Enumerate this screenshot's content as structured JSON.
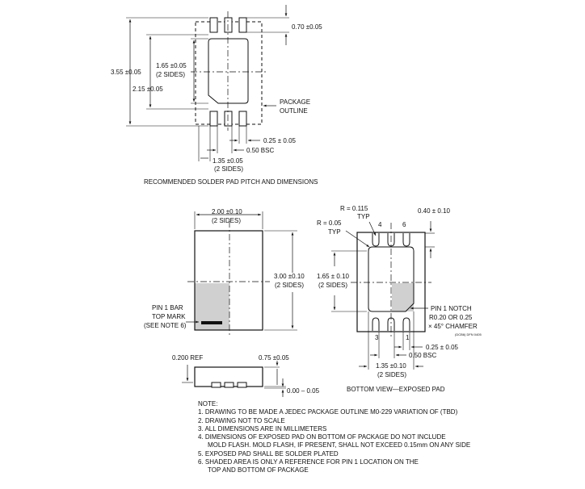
{
  "top_view": {
    "dim_pad_width": "0.70 ±0.05",
    "dim_overall_height": "3.55 ±0.05",
    "dim_pad_height_1": "1.65 ±0.05",
    "dim_pad_height_2": "(2 SIDES)",
    "dim_pad_height_3": "2.15 ±0.05",
    "package_outline_1": "PACKAGE",
    "package_outline_2": "OUTLINE",
    "dim_lead_width": "0.25 ± 0.05",
    "dim_pitch": "0.50 BSC",
    "dim_pad_len_1": "1.35 ±0.05",
    "dim_pad_len_2": "(2 SIDES)",
    "caption": "RECOMMENDED SOLDER PAD PITCH AND DIMENSIONS"
  },
  "package_top": {
    "dim_width_1": "2.00 ±0.10",
    "dim_width_2": "(2 SIDES)",
    "dim_height_1": "3.00 ±0.10",
    "dim_height_2": "(2 SIDES)",
    "pin1_bar_1": "PIN 1 BAR",
    "pin1_bar_2": "TOP MARK",
    "pin1_bar_3": "(SEE NOTE 6)"
  },
  "side_view": {
    "dim_ref": "0.200 REF",
    "dim_lead": "0.75 ±0.05",
    "dim_standoff": "0.00 – 0.05"
  },
  "bottom_view": {
    "radius_1": "R = 0.115",
    "radius_typ_1": "TYP",
    "radius_2": "R = 0.05",
    "radius_typ_2": "TYP",
    "pin4": "4",
    "pin6": "6",
    "pin3": "3",
    "pin1": "1",
    "dim_pad": "0.40 ± 0.10",
    "dim_exposed_1": "1.65 ± 0.10",
    "dim_exposed_2": "(2 SIDES)",
    "pin1_notch_1": "PIN 1 NOTCH",
    "pin1_notch_2": "R0.20 OR 0.25",
    "pin1_notch_3": "× 45° CHAMFER",
    "drawing_code": "(DCB6) DFN 0405",
    "dim_lead_width": "0.25 ± 0.05",
    "dim_pitch": "0.50 BSC",
    "dim_exposed_len_1": "1.35 ±0.10",
    "dim_exposed_len_2": "(2 SIDES)",
    "caption": "BOTTOM VIEW—EXPOSED PAD"
  },
  "notes": {
    "heading": "NOTE:",
    "lines": [
      "1. DRAWING TO BE MADE A JEDEC PACKAGE OUTLINE M0-229 VARIATION OF (TBD)",
      "2. DRAWING NOT TO SCALE",
      "3. ALL DIMENSIONS ARE IN MILLIMETERS",
      "4. DIMENSIONS OF EXPOSED PAD ON BOTTOM OF PACKAGE DO NOT INCLUDE",
      "    MOLD FLASH. MOLD FLASH, IF PRESENT, SHALL NOT EXCEED 0.15mm ON ANY SIDE",
      "5. EXPOSED PAD SHALL BE SOLDER PLATED",
      "6. SHADED AREA IS ONLY A REFERENCE FOR PIN 1 LOCATION ON THE",
      "    TOP AND BOTTOM OF PACKAGE"
    ]
  },
  "colors": {
    "line": "#111111",
    "shade": "#d0d0d0",
    "background": "#ffffff"
  }
}
